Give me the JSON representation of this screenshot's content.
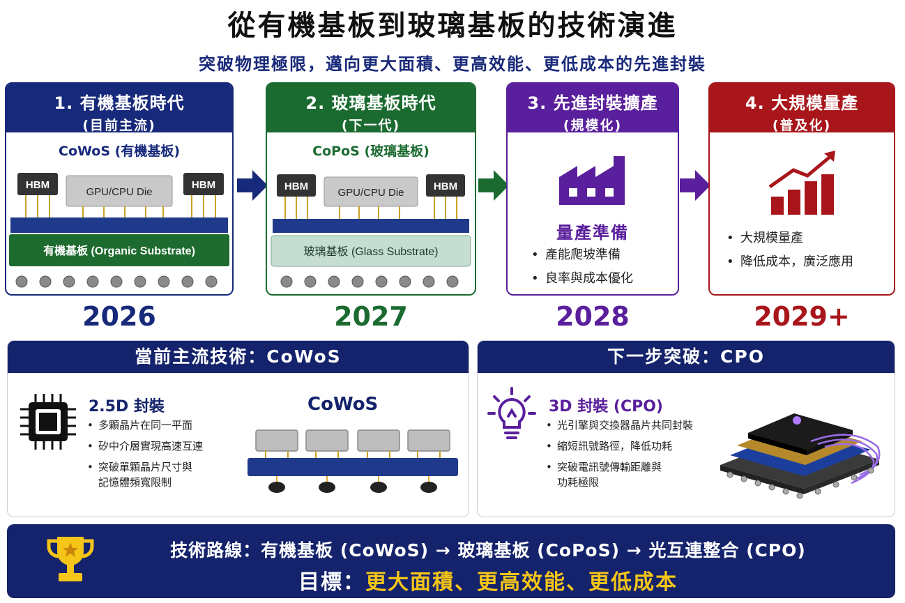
{
  "header": {
    "title": "從有機基板到玻璃基板的技術演進",
    "subtitle": "突破物理極限，邁向更大面積、更高效能、更低成本的先進封裝"
  },
  "stages": [
    {
      "title": "1. 有機基板時代",
      "sub": "(目前主流)",
      "tech": "CoWoS (有機基板)",
      "hbm": "HBM",
      "die": "GPU/CPU Die",
      "substrate": "有機基板 (Organic Substrate)",
      "year": "2026",
      "color": "#17297a"
    },
    {
      "title": "2. 玻璃基板時代",
      "sub": "(下一代)",
      "tech": "CoPoS (玻璃基板)",
      "hbm": "HBM",
      "die": "GPU/CPU Die",
      "substrate": "玻璃基板 (Glass Substrate)",
      "year": "2027",
      "color": "#1b6b31"
    },
    {
      "title": "3. 先進封裝擴產",
      "sub": "(規模化)",
      "label": "量產準備",
      "bullets": [
        "產能爬坡準備",
        "良率與成本優化"
      ],
      "year": "2028",
      "color": "#5a1f9c"
    },
    {
      "title": "4. 大規模量產",
      "sub": "(普及化)",
      "bullets": [
        "大規模量產",
        "降低成本，廣泛應用"
      ],
      "year": "2029+",
      "color": "#a8161b"
    }
  ],
  "current": {
    "head": "當前主流技術：CoWoS",
    "title": "2.5D 封裝",
    "bullets": [
      "多顆晶片在同一平面",
      "矽中介層實現高速互連",
      "突破單顆晶片尺寸與\n記憶體頻寬限制"
    ],
    "diagram_label": "CoWoS"
  },
  "next": {
    "head": "下一步突破：CPO",
    "title": "3D 封裝 (CPO)",
    "bullets": [
      "光引擎與交換器晶片共同封裝",
      "縮短訊號路徑，降低功耗",
      "突破電訊號傳輸距離與\n功耗極限"
    ]
  },
  "footer": {
    "route": "技術路線：有機基板 (CoWoS) → 玻璃基板 (CoPoS) → 光互連整合 (CPO)",
    "goal_label": "目標：",
    "goal_text": "更大面積、更高效能、更低成本"
  },
  "colors": {
    "navy": "#14236b",
    "green": "#1b6b31",
    "purple": "#5a1f9c",
    "red": "#a8161b",
    "gold": "#f5c518"
  }
}
